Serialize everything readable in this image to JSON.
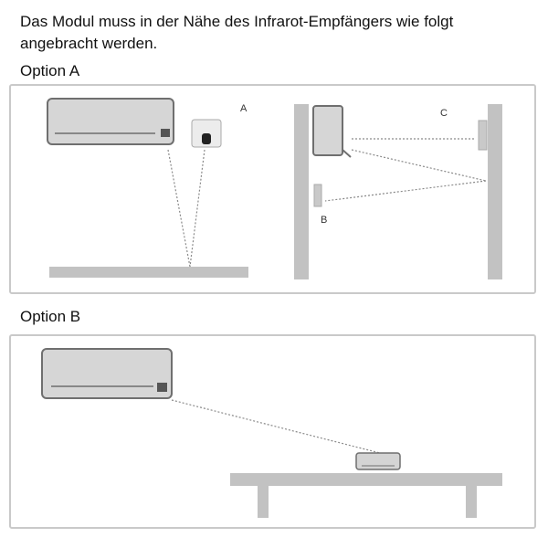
{
  "intro": {
    "line1": "Das Modul muss in der Nähe des Infrarot-Empfängers wie folgt",
    "line2": "angebracht werden."
  },
  "option_a": {
    "heading": "Option A",
    "labels": {
      "a": "A",
      "b": "B",
      "c": "C"
    }
  },
  "option_b": {
    "heading": "Option B"
  },
  "colors": {
    "unit_fill": "#d6d6d6",
    "unit_stroke": "#6f6f6f",
    "surface_fill": "#c2c2c2",
    "dotted_line": "#8a8a8a",
    "panel_border": "#c9c9c9"
  }
}
